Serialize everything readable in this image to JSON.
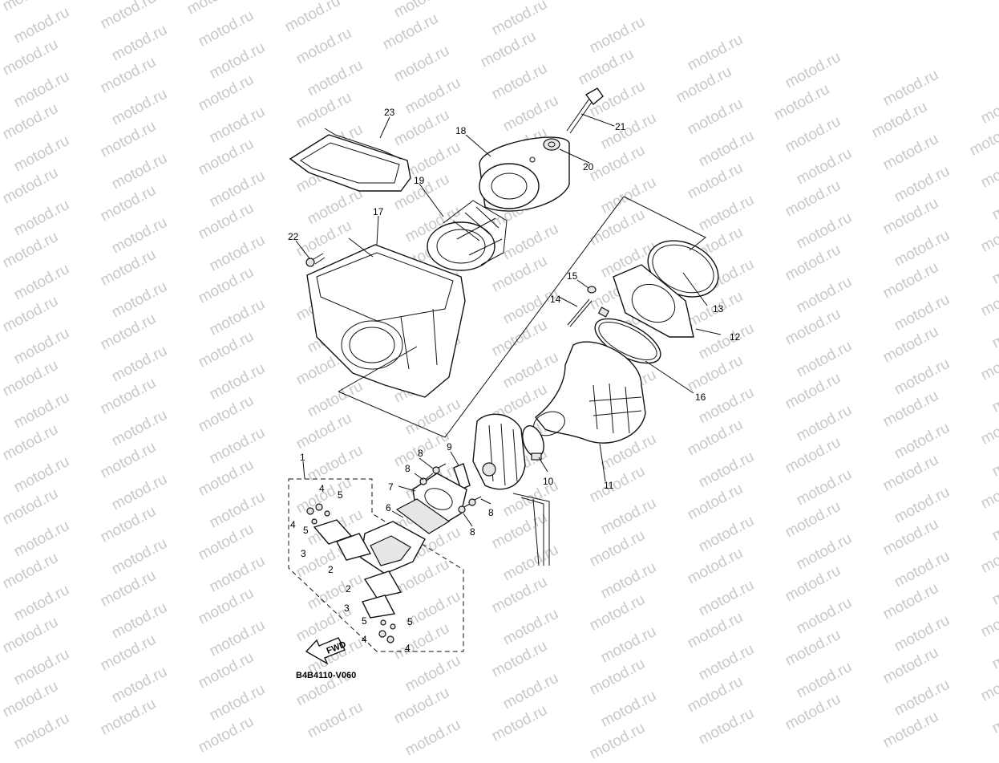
{
  "watermark": {
    "text": "motod.ru"
  },
  "diagram": {
    "code": "B4B4110-V060",
    "fwd_label": "FWD",
    "callouts": [
      "1",
      "2",
      "2",
      "3",
      "3",
      "4",
      "4",
      "4",
      "4",
      "5",
      "5",
      "5",
      "5",
      "6",
      "7",
      "8",
      "8",
      "8",
      "8",
      "9",
      "10",
      "11",
      "12",
      "13",
      "14",
      "15",
      "16",
      "17",
      "18",
      "19",
      "20",
      "21",
      "22",
      "23"
    ]
  }
}
